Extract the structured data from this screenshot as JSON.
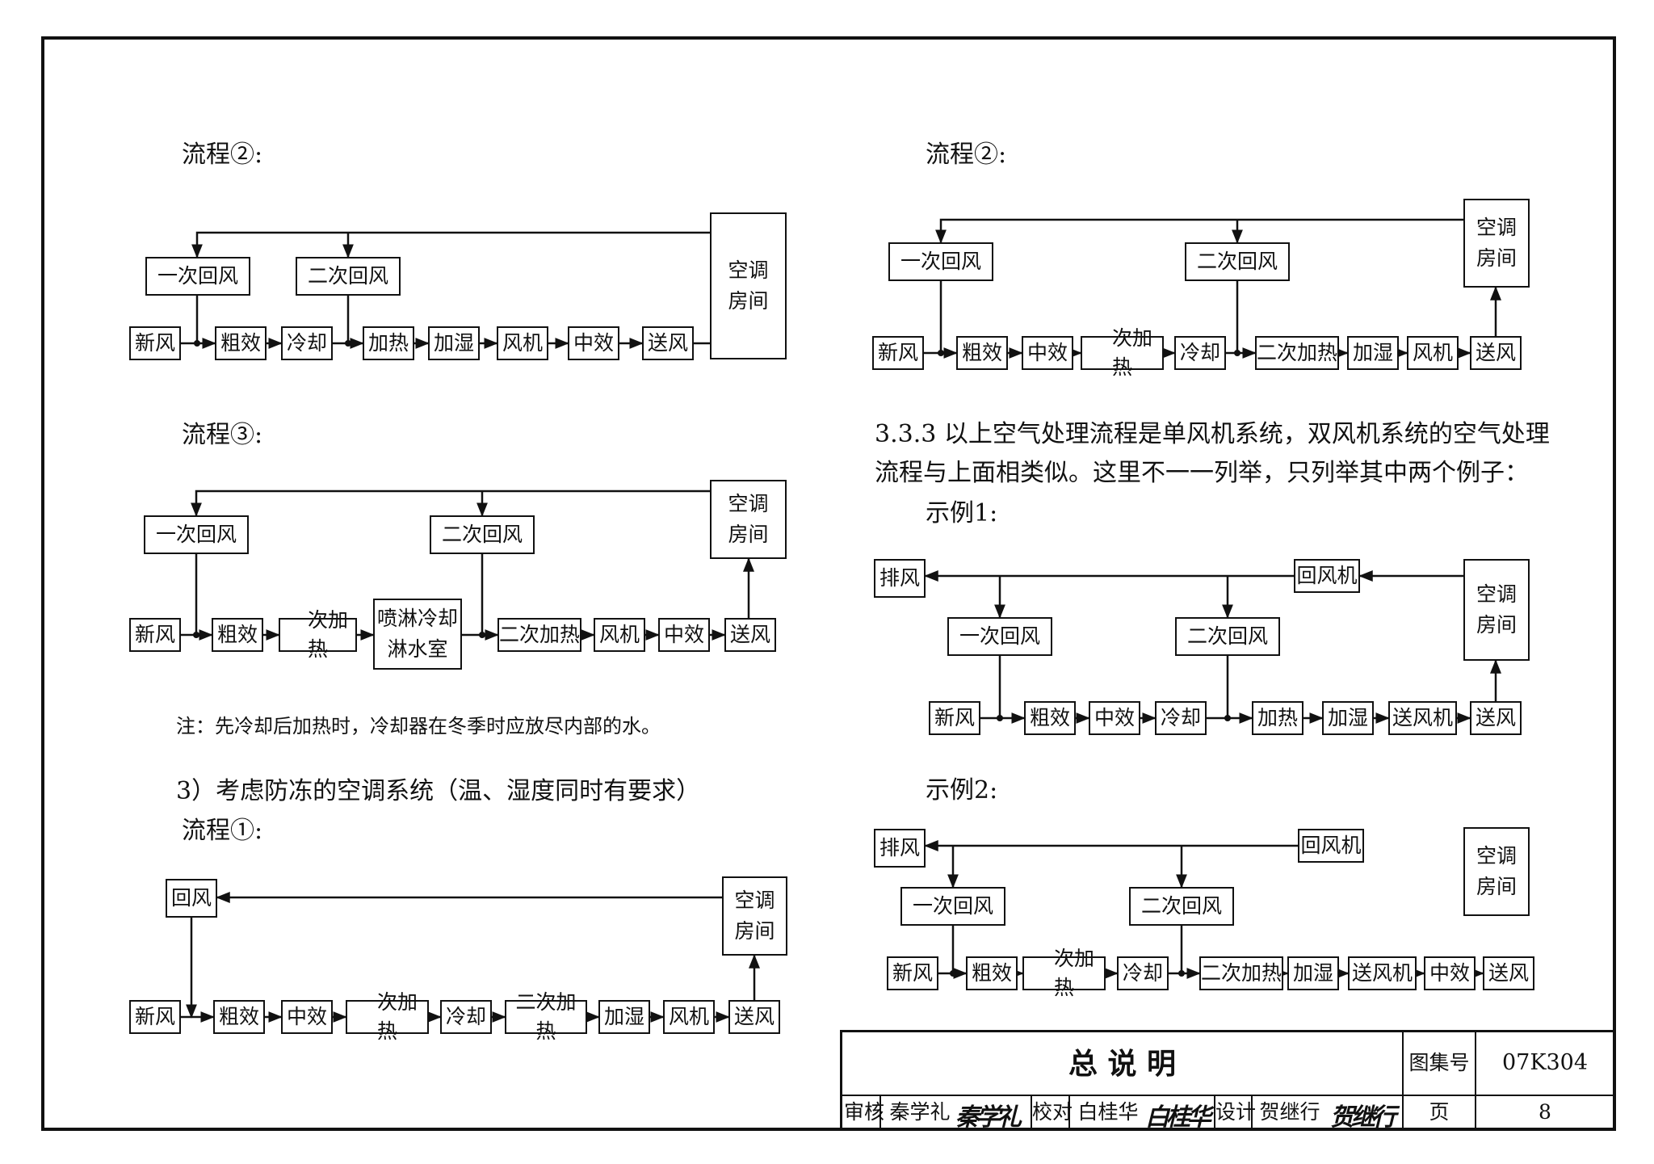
{
  "left": {
    "flow2_label": "流程②:",
    "flow3_label": "流程③:",
    "note": "注：先冷却后加热时，冷却器在冬季时应放尽内部的水。",
    "section3_title": "3）考虑防冻的空调系统（温、湿度同时有要求）",
    "flow1_label": "流程①:"
  },
  "right": {
    "flow2_label": "流程②:",
    "para_line1": "3.3.3 以上空气处理流程是单风机系统，双风机系统的空气处理",
    "para_line2": "流程与上面相类似。这里不一一列举，只列举其中两个例子：",
    "example1_label": "示例1:",
    "example2_label": "示例2:"
  },
  "boxes": {
    "primary_return": "一次回风",
    "secondary_return": "二次回风",
    "return": "回风",
    "room": "空调\n房间",
    "fresh": "新风",
    "coarse": "粗效",
    "medium": "中效",
    "cooling": "冷却",
    "heating": "加热",
    "humidify": "加湿",
    "fan": "风机",
    "supply": "送风",
    "primary_heat": "一次加热",
    "secondary_heat": "二次加热",
    "spray": "喷淋冷却\n淋水室",
    "exhaust": "排风",
    "return_fan": "回风机",
    "supply_fan": "送风机"
  },
  "title_block": {
    "title": "总 说 明",
    "atlas_label": "图集号",
    "atlas_number": "07K304",
    "review_label": "审核",
    "review_name": "秦学礼",
    "check_label": "校对",
    "check_name": "白桂华",
    "design_label": "设计",
    "design_name": "贺继行",
    "page_label": "页",
    "page_number": "8"
  }
}
